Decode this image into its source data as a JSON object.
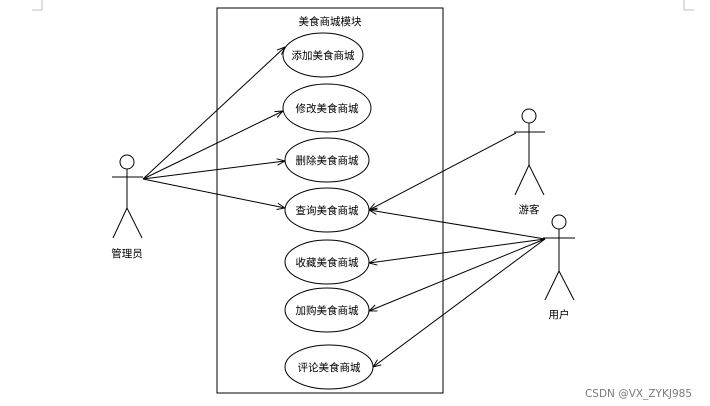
{
  "system": {
    "title": "美食商城模块"
  },
  "use_cases": [
    {
      "label": "添加美食商城"
    },
    {
      "label": "修改美食商城"
    },
    {
      "label": "删除美食商城"
    },
    {
      "label": "查询美食商城"
    },
    {
      "label": "收藏美食商城"
    },
    {
      "label": "加购美食商城"
    },
    {
      "label": "评论美食商城"
    }
  ],
  "actors": {
    "admin": "管理员",
    "guest": "游客",
    "user": "用户"
  },
  "watermark": "CSDN @VX_ZYKJ985",
  "colors": {
    "line": "#000000",
    "background": "#ffffff",
    "watermark": "#7a7a7a"
  }
}
